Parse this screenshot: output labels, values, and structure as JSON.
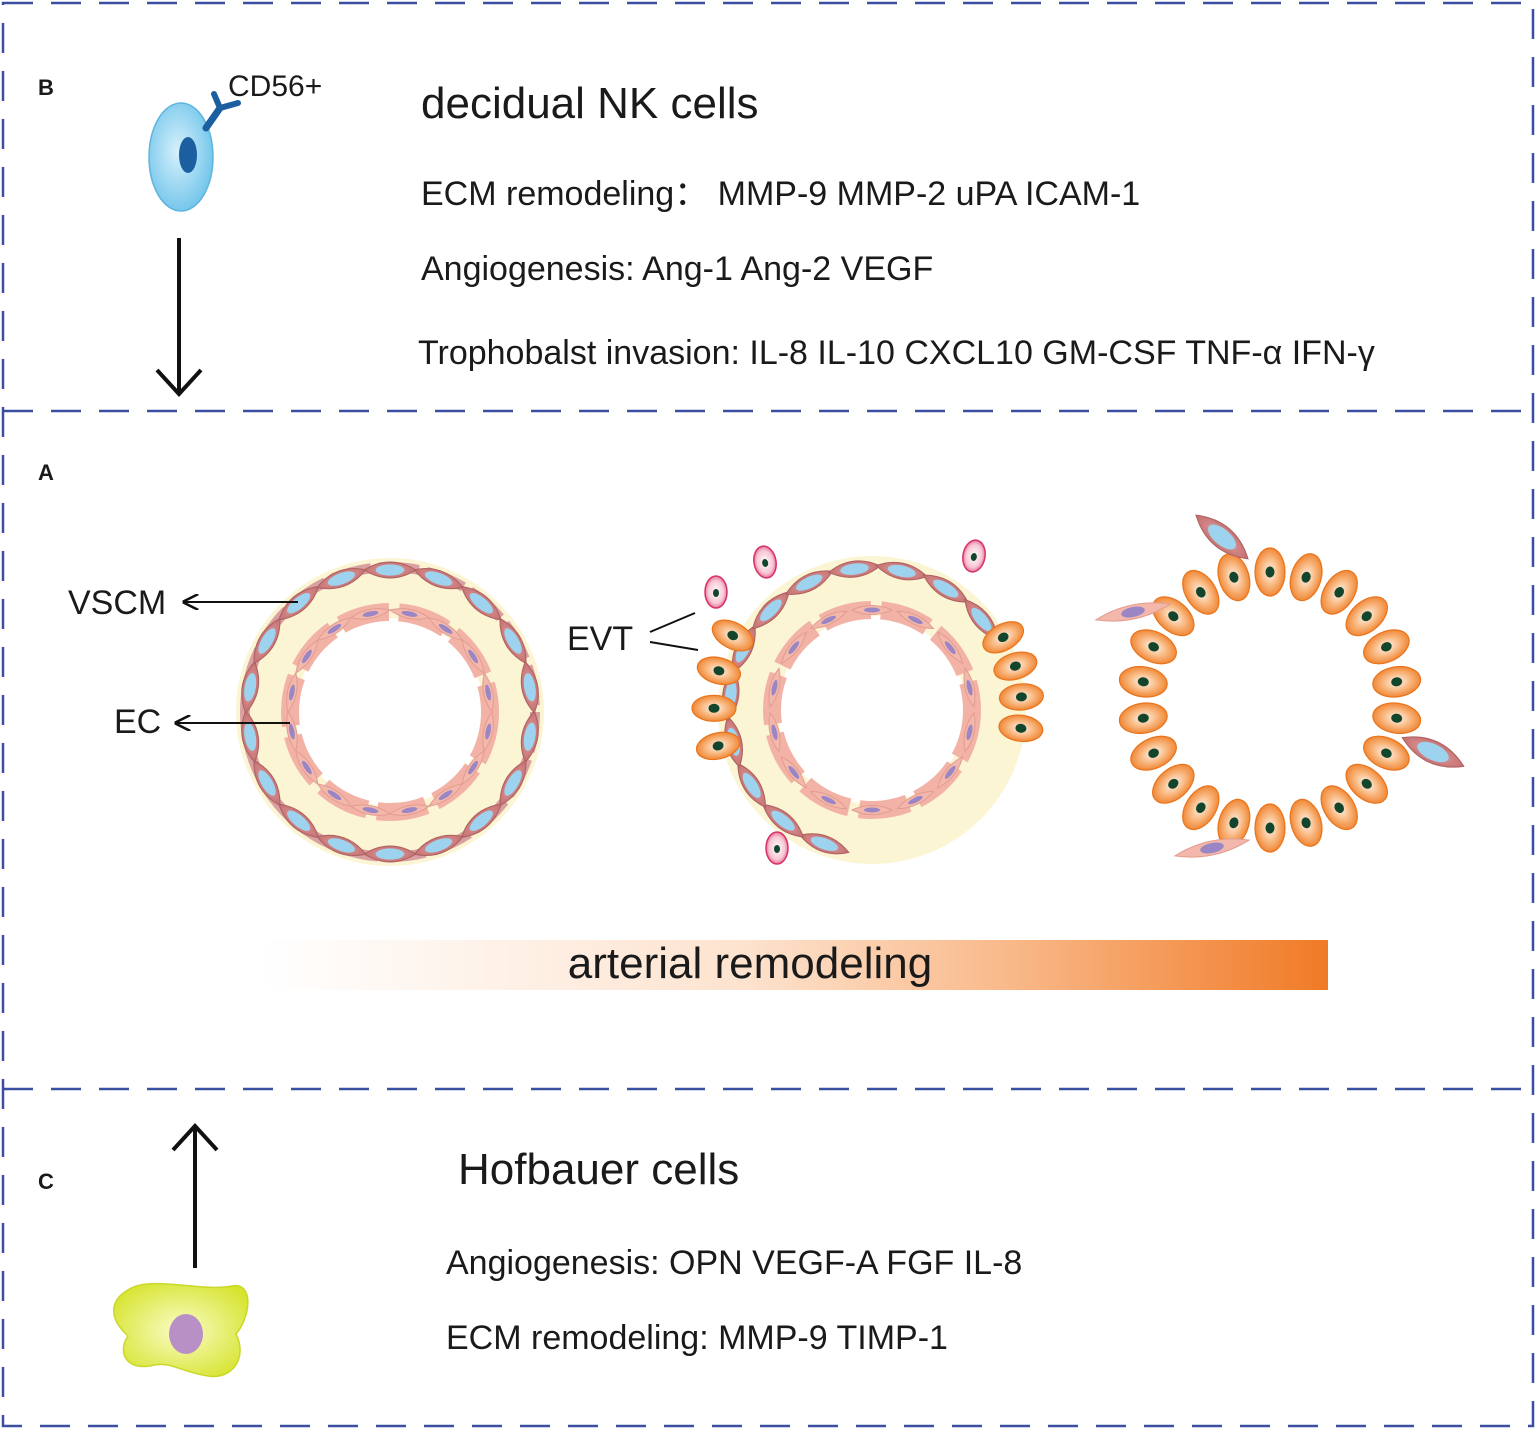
{
  "panel_b": {
    "letter": "B",
    "marker": "CD56+",
    "title": "decidual NK cells",
    "lines": [
      "ECM remodeling： MMP-9 MMP-2 uPA ICAM-1",
      "Angiogenesis: Ang-1 Ang-2 VEGF",
      "Trophobalst invasion: IL-8 IL-10 CXCL10 GM-CSF TNF-α IFN-γ"
    ]
  },
  "panel_a": {
    "letter": "A",
    "labels": {
      "vscm": "VSCM",
      "ec": "EC",
      "evt": "EVT"
    },
    "bar_label": "arterial remodeling"
  },
  "panel_c": {
    "letter": "C",
    "title": "Hofbauer cells",
    "lines": [
      "Angiogenesis: OPN VEGF-A FGF IL-8",
      "ECM remodeling: MMP-9  TIMP-1"
    ]
  },
  "colors": {
    "border": "#3a4fa0",
    "nk_cell": "#8fd3f2",
    "nk_nucleus": "#1b5fa0",
    "smooth_muscle": "#c97a7a",
    "endothelial": "#f2b3a6",
    "trophoblast": "#f08a3a",
    "hofbauer": "#e6ef5a",
    "gradient_end": "#f07a26"
  }
}
